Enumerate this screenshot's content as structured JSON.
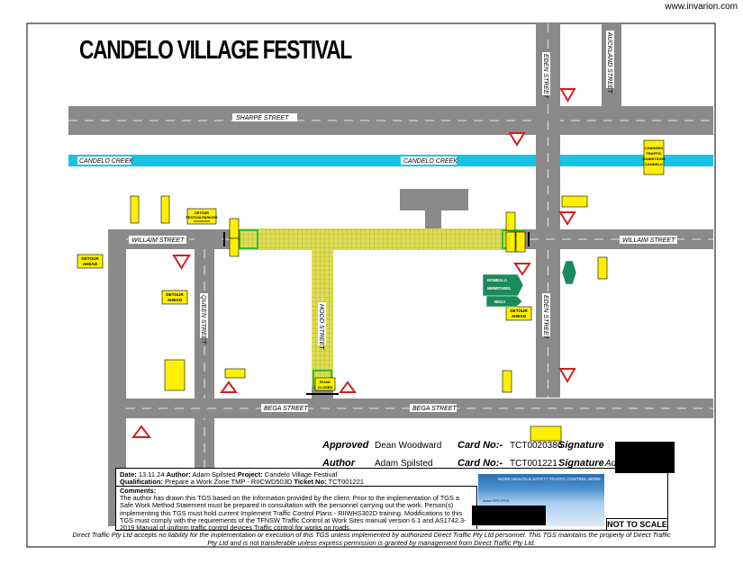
{
  "site": "www.invarion.com",
  "title": "CANDELO VILLAGE FESTIVAL",
  "streets": {
    "sharpe": "SHARPE STREET",
    "creek_left": "CANDELO CREEK",
    "creek_right": "CANDELO CREEK",
    "william_left": "WILLAIM STREET",
    "william_right": "WILLAIM STREET",
    "eden_top": "EDEN STREET",
    "eden_lower": "EDEN STREET",
    "auckland": "AUCKLAND STREET",
    "queen": "QUEEN STREET",
    "hood": "HOOD STREET",
    "bega_left": "BEGA STREET",
    "bega_right": "BEGA STREET"
  },
  "signs": {
    "detour_ahead": "DETOUR AHEAD",
    "detour_festival_parking": "DETOUR FESTIVAL PARKING",
    "road_closed": "ROAD CLOSED",
    "changed_traffic": "CHANGED TRAFFIC CONDITIONS CANDELO",
    "detour": "DETOUR",
    "give_way": "GIVE WAY",
    "bombala": "BOMBALA",
    "nimmitabel": "NIMMITABEL",
    "bega": "BEGA"
  },
  "approval": {
    "approved_label": "Approved",
    "approved_name": "Dean Woodward",
    "card_label_1": "Card No:-",
    "card_no_1": "TCT0020386",
    "signature_label_1": "Signature",
    "author_label": "Author",
    "author_name": "Adam Spilsted",
    "card_label_2": "Card No:-",
    "card_no_2": "TCT001221",
    "signature_label_2": "Signature",
    "signature_partial": "Ad"
  },
  "titleblock": {
    "date_label": "Date:",
    "date": "13.11.24",
    "author_label": "Author:",
    "author": "Adam Spilsted",
    "project_label": "Project:",
    "project": "Candelo Village Festival",
    "qual_label": "Qualification:",
    "qualification": "Prepare a Work Zone TMP - RIICWD503D",
    "ticket_label": "Ticket No:",
    "ticket": "TCT001221",
    "comments_label": "Comments:",
    "comments": "The author has drawn this TGS based on the information provided by the client. Prior to the implementation of TGS a Safe Work Method Statement must be prepared in consultation with the personnel carrying out the work. Person(s) implementing this TGS must hold current Implement Traffic Control Plans - RIIWHS302D training. Modifications to this TGS must comply with the requirements of the TFNSW Traffic Control at Work Sites manual version 6.1 and AS1742.3-2019 Manual of uniform traffic control devices Traffic control for works on roads.",
    "card_header": "WORK HEALTH & SAFETY TRAFFIC CONTROL WORK",
    "card_name": "Adam SPILSTED",
    "not_to_scale": "NOT TO SCALE"
  },
  "disclaimer": "Direct Traffic Pty Ltd accepts no liability for the implementation or execution of this TGS unless implemented by authorized Direct Traffic Pty Ltd personnel. This TGS maintains the property of Direct Traffic Pty Ltd and is not transferable unless express permission is granted by management from Direct Traffic Pty Ltd.",
  "colors": {
    "road": "#8a8a8a",
    "creek": "#19c3e6",
    "closure": "#d8d84a",
    "sign": "#ffef00",
    "green_sign": "#1c8a5a"
  }
}
